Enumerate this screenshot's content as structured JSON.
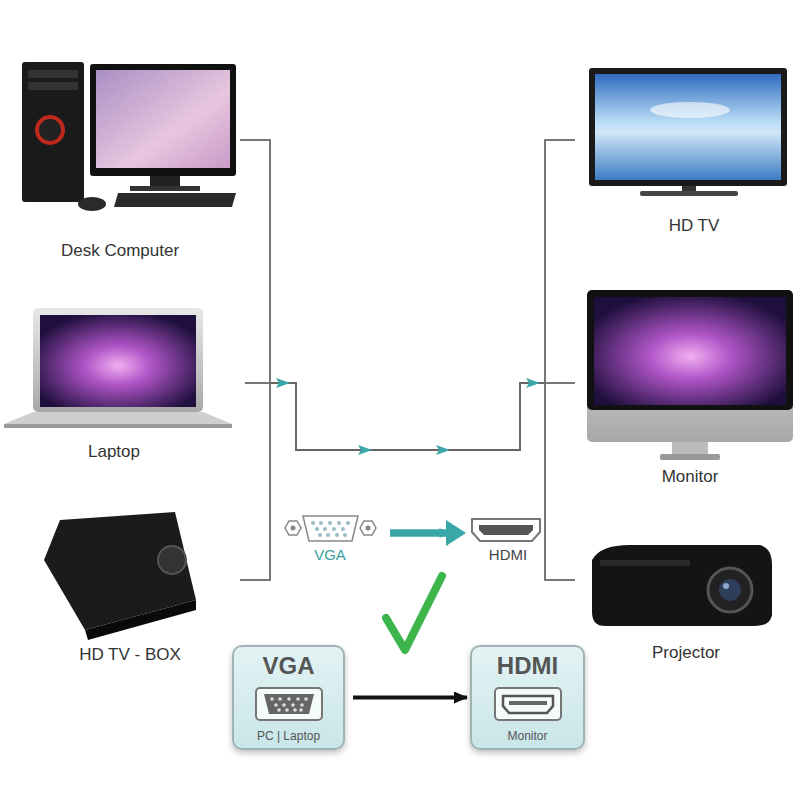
{
  "diagram": {
    "nodes": [
      {
        "text": [
          "VGA",
          "PC | Laptop"
        ]
      },
      {
        "text": [
          "HDMI",
          "Monitor"
        ]
      }
    ],
    "edges": [
      {
        "from": 0,
        "to": 1,
        "arrow": "to"
      }
    ],
    "labels": [
      "Desk Computer",
      "Laptop",
      "HD TV - BOX",
      "VGA",
      "HDMI",
      "HD TV",
      "Monitor",
      "Projector"
    ]
  }
}
